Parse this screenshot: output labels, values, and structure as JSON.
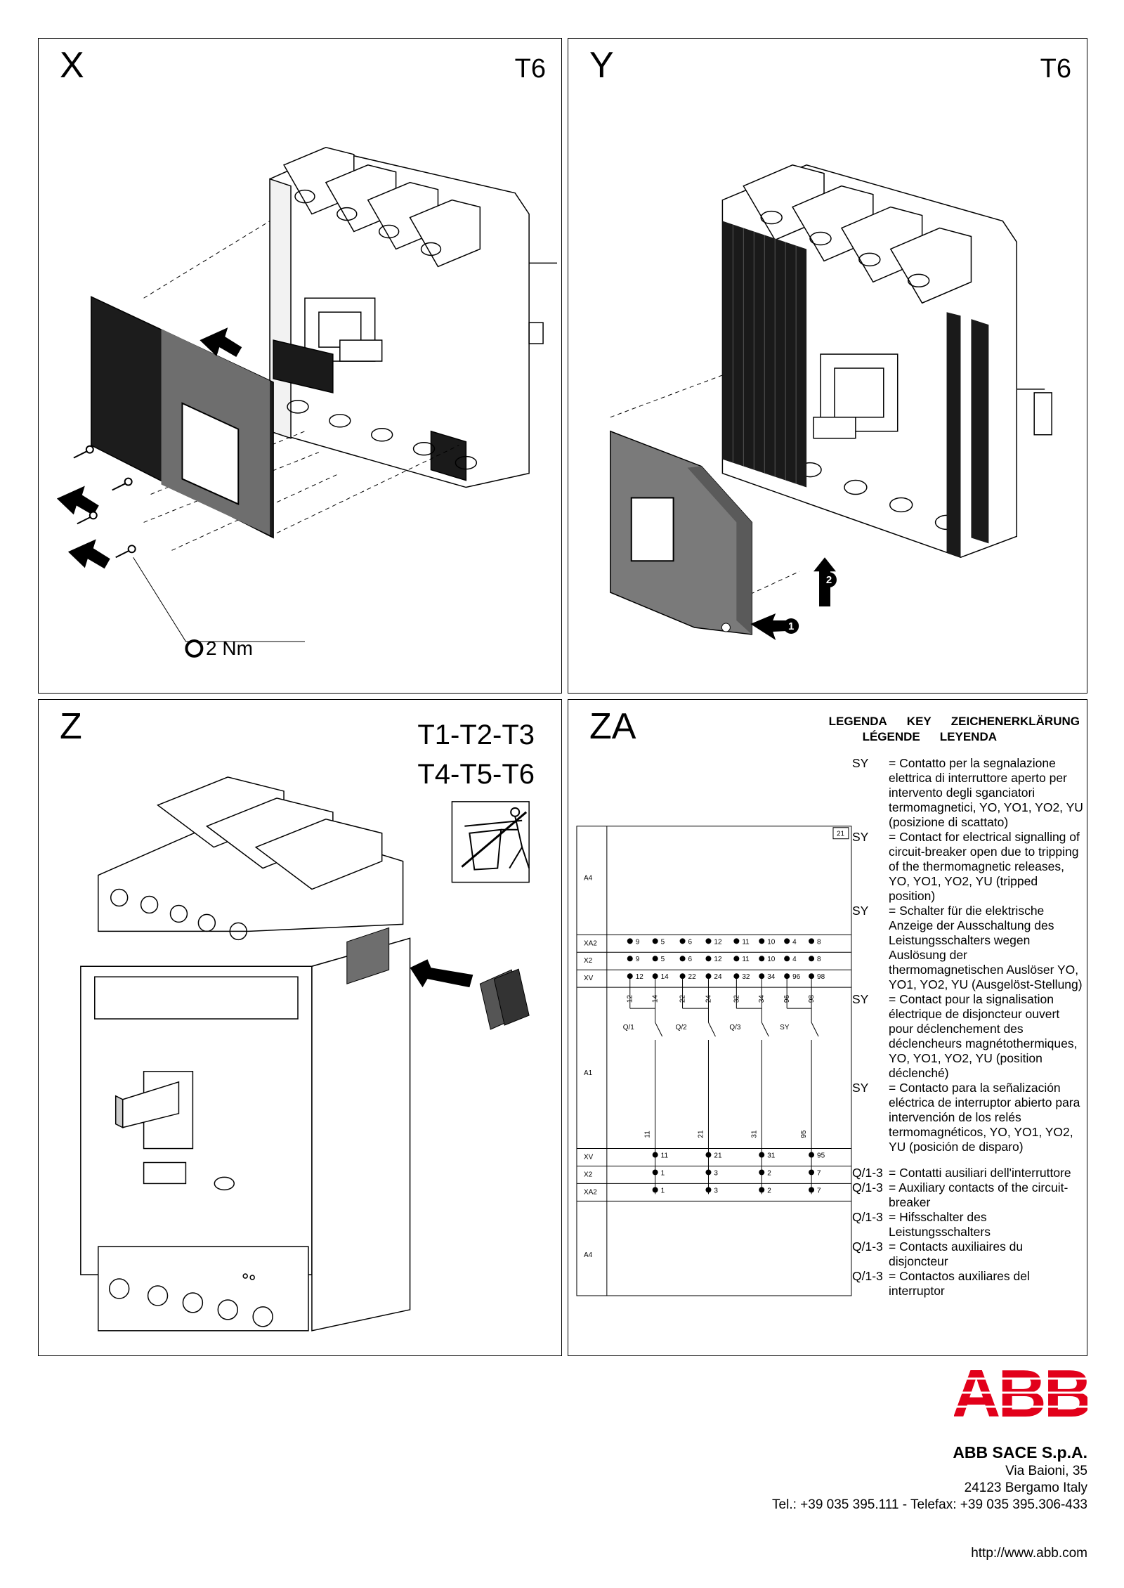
{
  "panels": {
    "x": {
      "letter": "X",
      "model": "T6",
      "torque": "2 Nm"
    },
    "y": {
      "letter": "Y",
      "model": "T6",
      "steps": [
        "1",
        "2"
      ]
    },
    "z": {
      "letter": "Z",
      "model_line1": "T1-T2-T3",
      "model_line2": "T4-T5-T6"
    },
    "za": {
      "letter": "ZA"
    }
  },
  "legend": {
    "header_line1": [
      "LEGENDA",
      "KEY",
      "ZEICHENERKLÄRUNG"
    ],
    "header_line2": [
      "LÉGENDE",
      "LEYENDA"
    ],
    "entries": [
      {
        "key": "SY",
        "text": "= Contatto per la segnalazione elettrica di interruttore aperto per intervento degli sganciatori termomagnetici, YO, YO1, YO2, YU (posizione di scattato)"
      },
      {
        "key": "SY",
        "text": "= Contact for electrical signalling of circuit-breaker open due to tripping of the thermomagnetic releases, YO, YO1, YO2, YU (tripped position)"
      },
      {
        "key": "SY",
        "text": "= Schalter für die elektrische Anzeige der Ausschaltung des Leistungsschalters wegen Auslösung der thermomagnetischen Auslöser YO, YO1, YO2, YU (Ausgelöst-Stellung)"
      },
      {
        "key": "SY",
        "text": "= Contact pour la signalisation électrique de disjoncteur ouvert pour déclenchement des déclencheurs magnétothermiques, YO, YO1, YO2, YU (position déclenché)"
      },
      {
        "key": "SY",
        "text": "= Contacto para la señalización eléctrica de interruptor abierto para intervención de los relés termomagnéticos, YO, YO1, YO2, YU (posición de disparo)"
      }
    ],
    "aux_entries": [
      {
        "key": "Q/1-3",
        "text": "= Contatti ausiliari dell'interruttore"
      },
      {
        "key": "Q/1-3",
        "text": "= Auxiliary contacts of the circuit-breaker"
      },
      {
        "key": "Q/1-3",
        "text": "= Hifsschalter des Leistungsschalters"
      },
      {
        "key": "Q/1-3",
        "text": "= Contacts auxiliaires du disjoncteur"
      },
      {
        "key": "Q/1-3",
        "text": "= Contactos auxiliares del interruptor"
      }
    ]
  },
  "schematic": {
    "sheet_number": "21",
    "row_labels": [
      "A4",
      "XA2",
      "X2",
      "XV",
      "A1",
      "XV",
      "X2",
      "XA2",
      "A4"
    ],
    "top_terminals_xa2": [
      "9",
      "5",
      "6",
      "12",
      "11",
      "10",
      "4",
      "8"
    ],
    "top_terminals_x2": [
      "9",
      "5",
      "6",
      "12",
      "11",
      "10",
      "4",
      "8"
    ],
    "top_terminals_xv": [
      "12",
      "14",
      "22",
      "24",
      "32",
      "34",
      "96",
      "98"
    ],
    "vertical_top": [
      "12",
      "14",
      "22",
      "24",
      "32",
      "34",
      "96",
      "98"
    ],
    "contacts": [
      "Q/1",
      "Q/2",
      "Q/3",
      "SY"
    ],
    "vertical_bottom": [
      "11",
      "21",
      "31",
      "95"
    ],
    "bottom_terminals_xv": [
      "11",
      "21",
      "31",
      "95"
    ],
    "bottom_terminals_x2": [
      "1",
      "3",
      "2",
      "7"
    ],
    "bottom_terminals_xa2": [
      "1",
      "3",
      "2",
      "7"
    ]
  },
  "company": {
    "logo": "ABB",
    "name": "ABB SACE S.p.A.",
    "street": "Via Baioni, 35",
    "city": "24123 Bergamo Italy",
    "phone": "Tel.: +39 035 395.111 - Telefax: +39 035 395.306-433",
    "web": "http://www.abb.com",
    "brand_color": "#e2001a"
  }
}
